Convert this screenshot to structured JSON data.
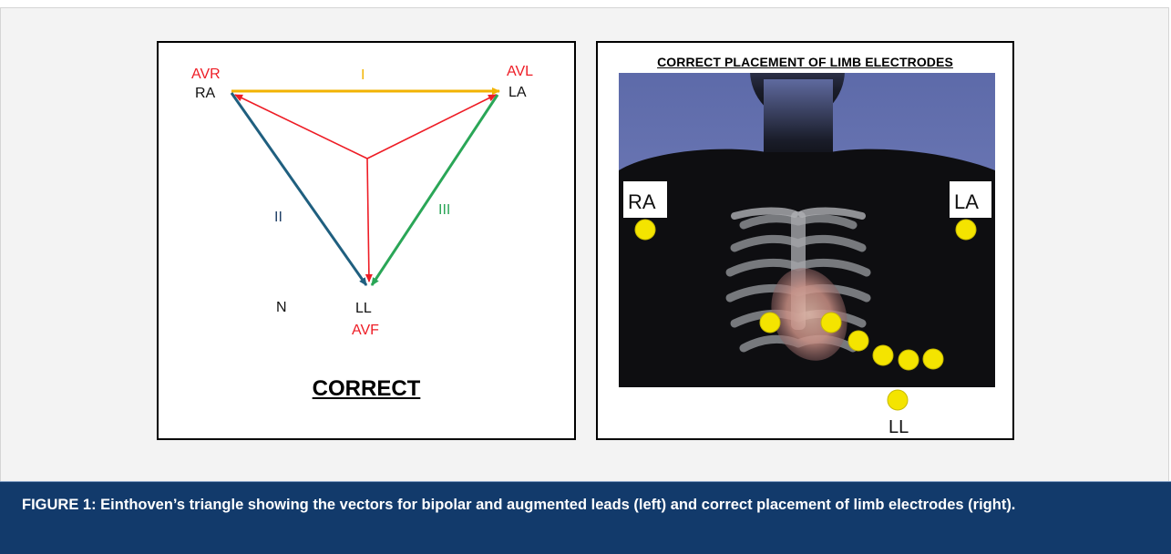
{
  "left_panel": {
    "electrodes": {
      "ra": "RA",
      "la": "LA",
      "ll": "LL",
      "n": "N"
    },
    "augmented_leads": {
      "avr": "AVR",
      "avl": "AVL",
      "avf": "AVF"
    },
    "bipolar_leads": {
      "lead_i": "I",
      "lead_ii": "II",
      "lead_iii": "III"
    },
    "status_label": "CORRECT",
    "colors": {
      "lead_i": "#f2b300",
      "lead_ii": "#1f5f7f",
      "lead_iii": "#2aa657",
      "augmented": "#ee1c25"
    }
  },
  "right_panel": {
    "title": "CORRECT PLACEMENT OF LIMB ELECTRODES",
    "electrode_labels": {
      "ra": "RA",
      "la": "LA",
      "ll": "LL"
    },
    "colors": {
      "electrode": "#f4e400",
      "background": "#6b78b8"
    }
  },
  "caption": {
    "text": "FIGURE 1: Einthoven’s triangle showing the vectors for bipolar and augmented leads (left) and correct placement of limb electrodes (right)."
  }
}
